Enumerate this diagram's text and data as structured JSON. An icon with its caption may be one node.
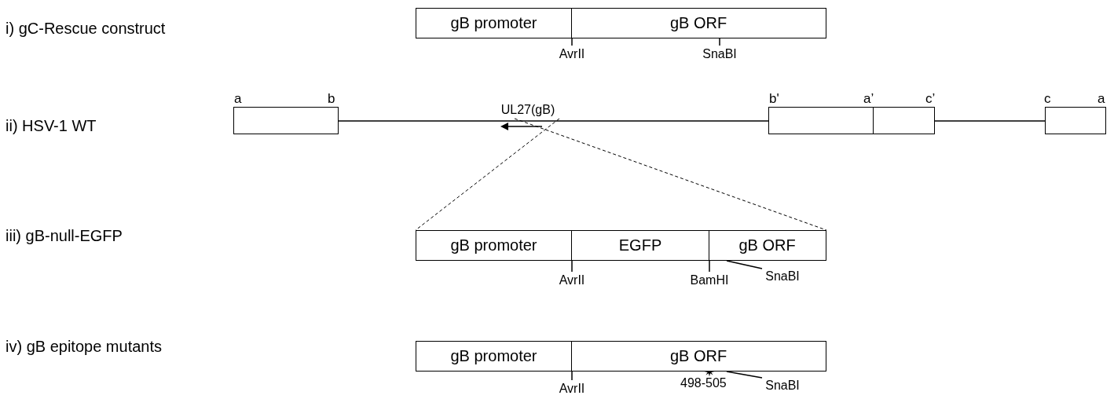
{
  "diagram": {
    "nodes": [
      {
        "text": [],
        "shape": "box"
      },
      {
        "text": [
          "gB promoter"
        ],
        "in": 0
      },
      {
        "text": [
          "gB ORF"
        ],
        "in": 0
      },
      {
        "text": [
          "AvrII"
        ]
      },
      {
        "text": [
          "SnaBI"
        ]
      },
      {
        "text": [],
        "shape": "box",
        "beside": [
          "a",
          "b"
        ]
      },
      {
        "text": [],
        "shape": "box",
        "beside": [
          "b'"
        ]
      },
      {
        "text": [],
        "shape": "box",
        "beside": [
          "c’"
        ]
      },
      {
        "text": [],
        "shape": "box",
        "beside": [
          "c",
          "a"
        ]
      },
      {
        "text": [
          "UL27(gB)"
        ]
      },
      {
        "text": [],
        "shape": "box"
      },
      {
        "text": [
          "gB promoter"
        ],
        "in": 10
      },
      {
        "text": [
          "EGFP"
        ],
        "in": 10
      },
      {
        "text": [
          "gB ORF"
        ],
        "in": 10
      },
      {
        "text": [
          "AvrII"
        ]
      },
      {
        "text": [
          "BamHI"
        ]
      },
      {
        "text": [
          "SnaBI"
        ]
      },
      {
        "text": [],
        "shape": "box"
      },
      {
        "text": [
          "gB promoter"
        ],
        "in": 17
      },
      {
        "text": [
          "gB ORF"
        ],
        "in": 17
      },
      {
        "text": [
          "AvrII"
        ]
      },
      {
        "text": [
          "SnaBI"
        ]
      }
    ],
    "edges": [
      {
        "from": 3,
        "to": 2,
        "arrow": "none"
      },
      {
        "from": 4,
        "to": 2,
        "arrow": "none"
      },
      {
        "from": 5,
        "to": 6,
        "arrow": "none"
      },
      {
        "from": 7,
        "to": 8,
        "arrow": "none"
      },
      {
        "from": 9,
        "to": 10,
        "arrow": "none",
        "style": "dashed"
      },
      {
        "from": 9,
        "to": 10,
        "arrow": "none",
        "style": "dashed"
      },
      {
        "from": 14,
        "to": 12,
        "arrow": "none"
      },
      {
        "from": 15,
        "to": 13,
        "arrow": "none"
      },
      {
        "from": 16,
        "to": 13,
        "arrow": "none"
      },
      {
        "from": 20,
        "to": 19,
        "arrow": "none"
      },
      {
        "from": 21,
        "to": 19,
        "arrow": "none"
      }
    ],
    "labels": [
      "i) gC-Rescue construct",
      "a’",
      "ii) HSV-1 WT",
      "iii) gB-null-EGFP",
      "iv) gB epitope mutants",
      "498-505"
    ]
  }
}
